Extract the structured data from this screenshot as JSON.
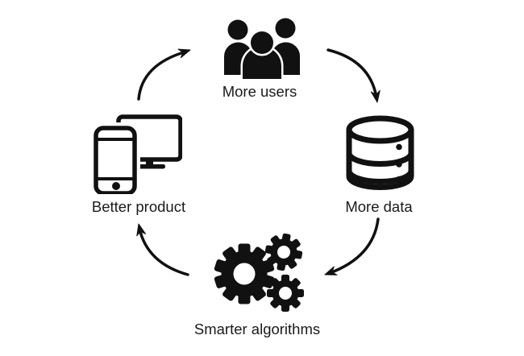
{
  "diagram": {
    "type": "cycle",
    "direction": "clockwise",
    "nodes": [
      {
        "id": "more-users",
        "label": "More users",
        "icon": "users-group-icon",
        "position": "top"
      },
      {
        "id": "more-data",
        "label": "More data",
        "icon": "database-icon",
        "position": "right"
      },
      {
        "id": "smarter-algorithms",
        "label": "Smarter algorithms",
        "icon": "gears-icon",
        "position": "bottom"
      },
      {
        "id": "better-product",
        "label": "Better product",
        "icon": "devices-icon",
        "position": "left"
      }
    ],
    "edges": [
      {
        "from": "Better product",
        "to": "More users"
      },
      {
        "from": "More users",
        "to": "More data"
      },
      {
        "from": "More data",
        "to": "Smarter algorithms"
      },
      {
        "from": "Smarter algorithms",
        "to": "Better product"
      }
    ],
    "colors": {
      "foreground": "#111111",
      "background": "#ffffff",
      "label_text": "#1a1a1a"
    }
  }
}
